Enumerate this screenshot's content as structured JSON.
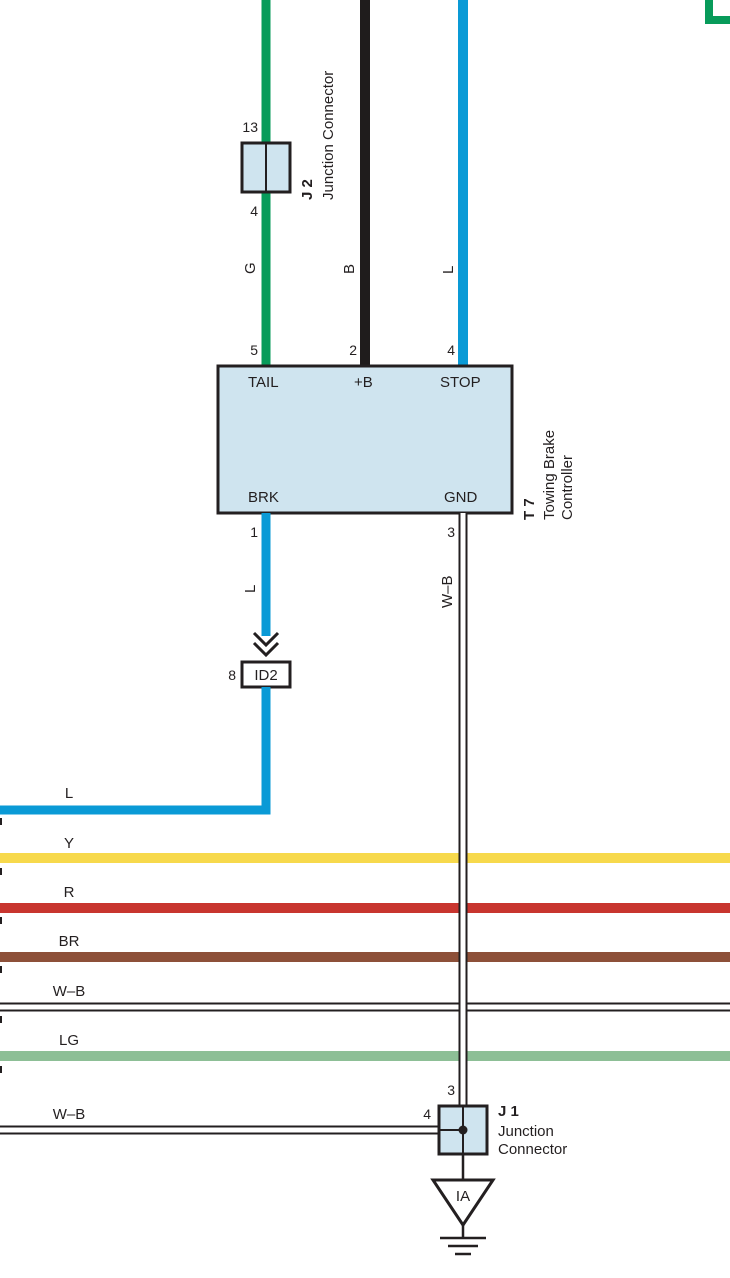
{
  "colors": {
    "G": "#079b5a",
    "B": "#1f1c1c",
    "L": "#0a9ad6",
    "Y": "#f7d94c",
    "R": "#c8352f",
    "BR": "#8d5039",
    "LG": "#8dbf96",
    "W-B_outline": "#231f20",
    "component_fill": "#cfe4ef",
    "line": "#231f20"
  },
  "junction_connector_j2": {
    "code": "J 2",
    "name": "Junction Connector",
    "pin_top": "13",
    "pin_bottom": "4"
  },
  "towing_brake_controller": {
    "code": "T 7",
    "name_line1": "Towing Brake",
    "name_line2": "Controller",
    "terminals": {
      "tail": {
        "label": "TAIL",
        "pin": "5",
        "wire": "G"
      },
      "plus_b": {
        "label": "+B",
        "pin": "2",
        "wire": "B"
      },
      "stop": {
        "label": "STOP",
        "pin": "4",
        "wire": "L"
      },
      "brk": {
        "label": "BRK",
        "pin": "1",
        "wire": "L"
      },
      "gnd": {
        "label": "GND",
        "pin": "3",
        "wire": "W–B"
      }
    }
  },
  "inline_connector_id2": {
    "code": "ID2",
    "pin": "8"
  },
  "bus_wires": [
    {
      "label": "L",
      "color_key": "L"
    },
    {
      "label": "Y",
      "color_key": "Y"
    },
    {
      "label": "R",
      "color_key": "R"
    },
    {
      "label": "BR",
      "color_key": "BR"
    },
    {
      "label": "W–B",
      "color_key": "W-B_outline"
    },
    {
      "label": "LG",
      "color_key": "LG"
    },
    {
      "label": "W–B",
      "color_key": "W-B_outline"
    }
  ],
  "junction_connector_j1": {
    "code": "J 1",
    "name_line1": "Junction",
    "name_line2": "Connector",
    "pin_top": "3",
    "pin_left": "4"
  },
  "ground_point": {
    "code": "IA"
  }
}
